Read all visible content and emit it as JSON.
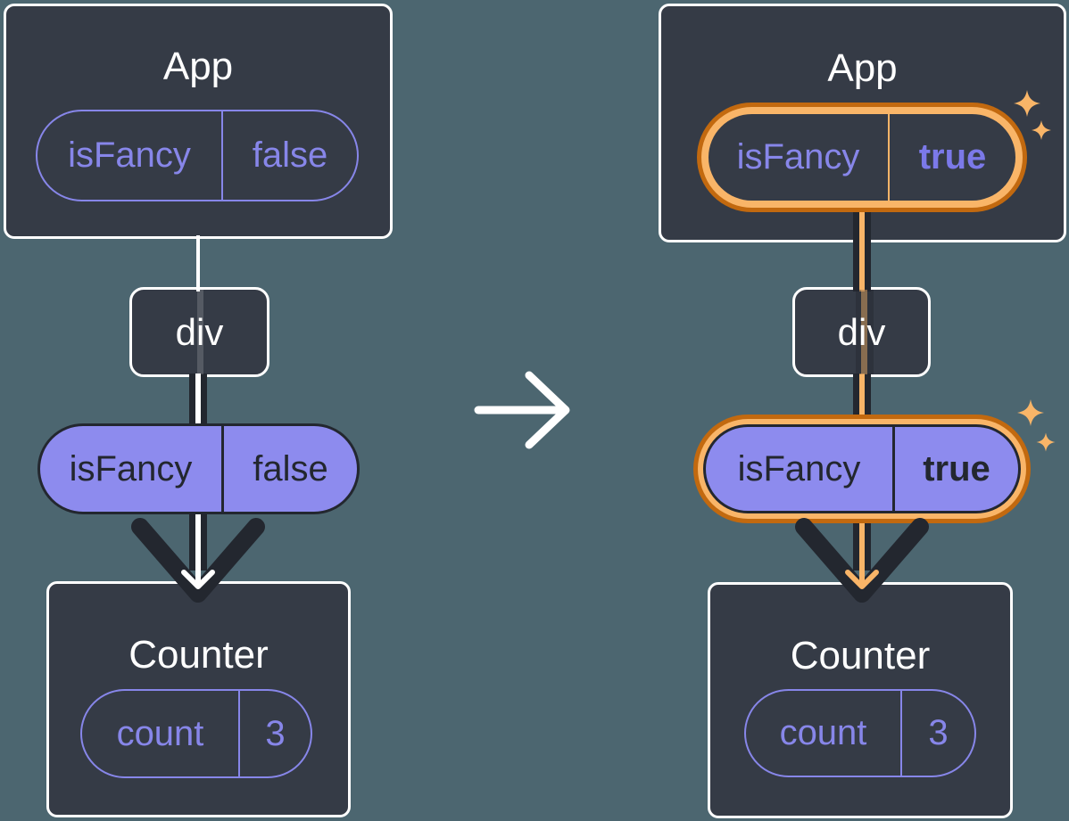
{
  "colors": {
    "background": "#4c6670",
    "card": "#353b46",
    "white": "#ffffff",
    "ink": "#23272f",
    "purple": "#8786e9",
    "purple_fill": "#8d8bee",
    "purple_bright": "#7b79e9",
    "orange": "#f9b568",
    "orange_dark": "#c2690f"
  },
  "icons": {
    "transition": "arrow-right-icon",
    "flow": "arrow-down-icon",
    "highlight": "sparkles-icon"
  },
  "before": {
    "app_title": "App",
    "app_state": {
      "name": "isFancy",
      "value": "false"
    },
    "div_label": "div",
    "prop": {
      "name": "isFancy",
      "value": "false"
    },
    "counter_title": "Counter",
    "counter_state": {
      "name": "count",
      "value": "3"
    }
  },
  "after": {
    "app_title": "App",
    "app_state": {
      "name": "isFancy",
      "value": "true"
    },
    "div_label": "div",
    "prop": {
      "name": "isFancy",
      "value": "true"
    },
    "counter_title": "Counter",
    "counter_state": {
      "name": "count",
      "value": "3"
    }
  }
}
